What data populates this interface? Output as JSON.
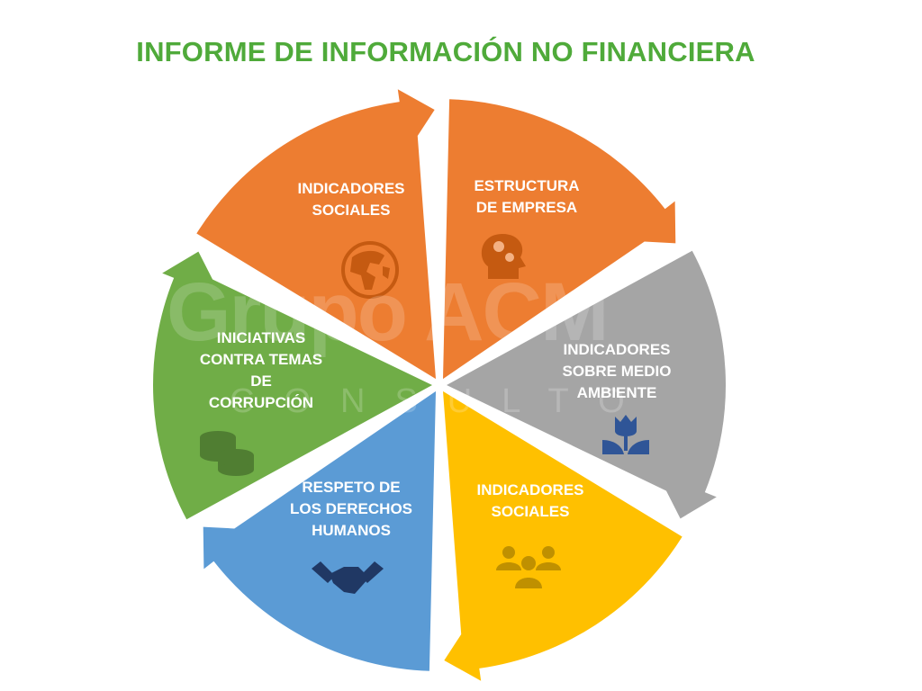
{
  "title": "INFORME DE INFORMACIÓN NO FINANCIERA",
  "watermark": {
    "brand": "Grupo ACM",
    "sub": "CONSULTO"
  },
  "segments": [
    {
      "label_lines": [
        "ESTRUCTURA",
        "DE EMPRESA"
      ],
      "color": "#ED7D31",
      "icon": "head-gears-icon",
      "icon_color": "#C55A11"
    },
    {
      "label_lines": [
        "INDICADORES",
        "SOBRE MEDIO",
        "AMBIENTE"
      ],
      "color": "#A5A5A5",
      "icon": "tulip-icon",
      "icon_color": "#2F5597"
    },
    {
      "label_lines": [
        "INDICADORES",
        "SOCIALES"
      ],
      "color": "#FFC000",
      "icon": "people-group-icon",
      "icon_color": "#BF9000"
    },
    {
      "label_lines": [
        "RESPETO DE",
        "LOS DERECHOS",
        "HUMANOS"
      ],
      "color": "#5B9BD5",
      "icon": "handshake-icon",
      "icon_color": "#203864"
    },
    {
      "label_lines": [
        "INICIATIVAS",
        "CONTRA TEMAS",
        "DE",
        "CORRUPCIÓN"
      ],
      "color": "#70AD47",
      "icon": "coins-icon",
      "icon_color": "#507E32"
    },
    {
      "label_lines": [
        "INDICADORES",
        "SOCIALES"
      ],
      "color": "#ED7D31",
      "icon": "globe-icon",
      "icon_color": "#C55A11"
    }
  ]
}
